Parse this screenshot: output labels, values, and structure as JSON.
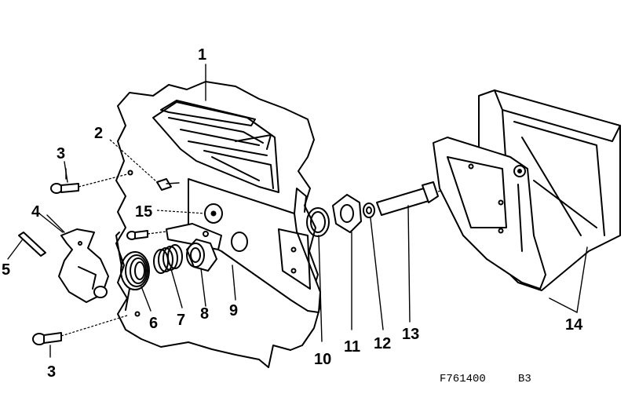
{
  "diagram": {
    "callouts": [
      "1",
      "2",
      "3",
      "4",
      "5",
      "15",
      "6",
      "7",
      "8",
      "9",
      "10",
      "11",
      "12",
      "13",
      "14",
      "3"
    ],
    "drawing_code": "F761400",
    "sheet_code": "B3"
  }
}
